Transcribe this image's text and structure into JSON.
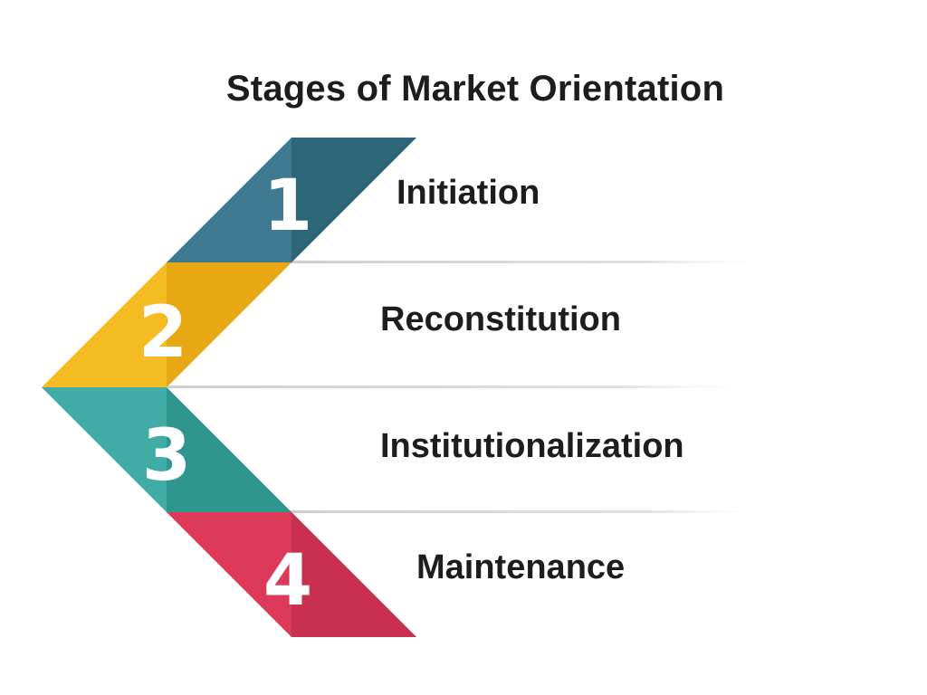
{
  "title": "Stages of Market Orientation",
  "stages": [
    {
      "number": "1",
      "label": "Initiation",
      "color": "#3f7a93",
      "shade": "#2d6579"
    },
    {
      "number": "2",
      "label": "Reconstitution",
      "color": "#f4bb22",
      "shade": "#e8a814"
    },
    {
      "number": "3",
      "label": "Institutionalization",
      "color": "#41aba6",
      "shade": "#2e968f"
    },
    {
      "number": "4",
      "label": "Maintenance",
      "color": "#dd3a5a",
      "shade": "#c92f4f"
    }
  ],
  "colors": {
    "text": "#1d1d1d",
    "divider": "#d9d9d9",
    "background": "#ffffff"
  }
}
